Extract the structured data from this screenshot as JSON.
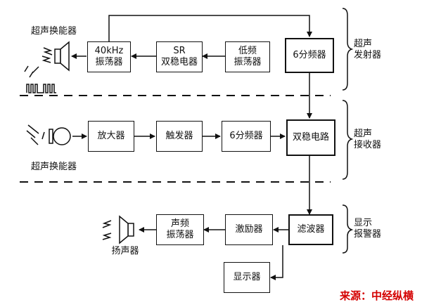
{
  "blocks": {
    "osc40k": [
      "40kHz",
      "振荡器"
    ],
    "sr": [
      "SR",
      "双稳电器"
    ],
    "lowfreq": [
      "低频",
      "振荡器"
    ],
    "div6_tx": [
      "6分频器"
    ],
    "amp": [
      "放大器"
    ],
    "trigger": [
      "触发器"
    ],
    "div6_rx": [
      "6分频器"
    ],
    "bistable": [
      "双稳电路"
    ],
    "audio_osc": [
      "声频",
      "振荡器"
    ],
    "driver": [
      "激励器"
    ],
    "filter": [
      "滤波器"
    ],
    "display": [
      "显示器"
    ]
  },
  "labels": {
    "transducer_top": "超声换能器",
    "transducer_bottom": "超声换能器",
    "speaker": "扬声器",
    "tx_group": [
      "超声",
      "发射器"
    ],
    "rx_group": [
      "超声",
      "接收器"
    ],
    "alarm_group": [
      "显示",
      "报警器"
    ]
  },
  "source": "来源：中经纵横"
}
